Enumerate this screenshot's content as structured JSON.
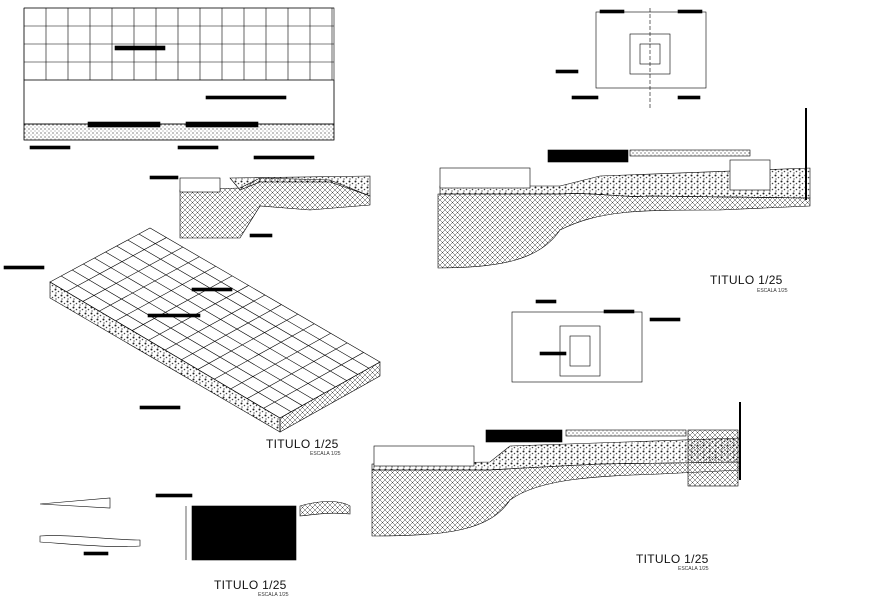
{
  "drawing": {
    "titles": [
      {
        "id": "section-top-right",
        "title": "TITULO 1/25",
        "scale": "ESCALA 1/25"
      },
      {
        "id": "isometric-slab",
        "title": "TITULO 1/25",
        "scale": "ESCALA 1/25"
      },
      {
        "id": "section-bottom-right",
        "title": "TITULO 1/25",
        "scale": "ESCALA 1/25"
      },
      {
        "id": "detail-bottom-left",
        "title": "TITULO 1/25",
        "scale": "ESCALA 1/25"
      }
    ],
    "colors": {
      "line": "#000000",
      "paper": "#ffffff",
      "hatch": "#555555"
    }
  }
}
